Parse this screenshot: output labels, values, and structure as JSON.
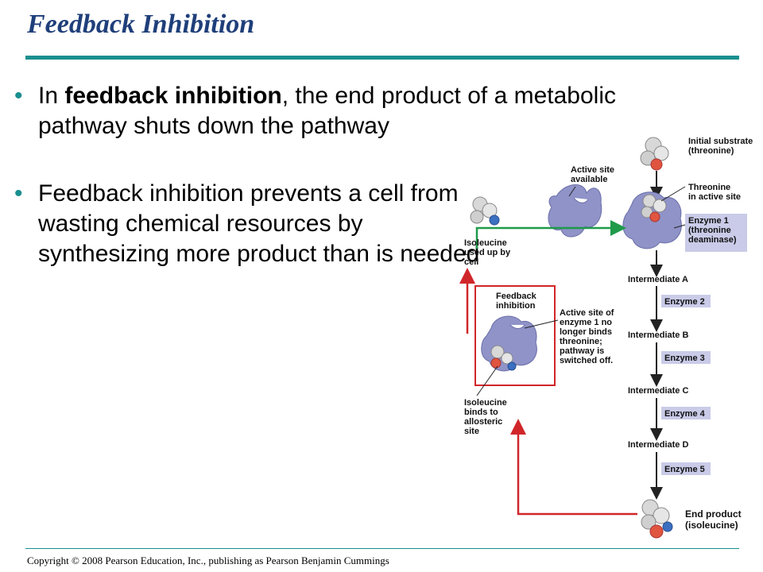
{
  "slide": {
    "title": "Feedback Inhibition",
    "bullets": [
      {
        "pre": "In ",
        "bold": "feedback inhibition",
        "post": ", the end product of a metabolic pathway shuts down the pathway"
      },
      {
        "pre": "Feedback inhibition prevents a cell from wasting chemical resources by synthesizing more product than is needed",
        "bold": "",
        "post": ""
      }
    ],
    "footer": "Copyright © 2008 Pearson Education, Inc., publishing as Pearson Benjamin Cummings"
  },
  "diagram": {
    "initial_substrate": [
      "Initial substrate",
      "(threonine)"
    ],
    "active_site_available": [
      "Active site",
      "available"
    ],
    "threonine_in_active_site": [
      "Threonine",
      "in active site"
    ],
    "enzyme1": [
      "Enzyme 1",
      "(threonine",
      "deaminase)"
    ],
    "isoleucine_used_up": [
      "Isoleucine",
      "used up by",
      "cell"
    ],
    "feedback_inhibition": [
      "Feedback",
      "inhibition"
    ],
    "inactive_note": [
      "Active site of",
      "enzyme 1 no",
      "longer binds",
      "threonine;",
      "pathway is",
      "switched off."
    ],
    "isoleucine_binds": [
      "Isoleucine",
      "binds to",
      "allosteric",
      "site"
    ],
    "intermediates": [
      "Intermediate A",
      "Intermediate B",
      "Intermediate C",
      "Intermediate D"
    ],
    "enzymes": [
      "Enzyme 2",
      "Enzyme 3",
      "Enzyme 4",
      "Enzyme 5"
    ],
    "end_product": [
      "End product",
      "(isoleucine)"
    ],
    "colors": {
      "enzyme": "#8f93c8",
      "enzyme_label_bg": "#c9cbe8",
      "green_arrow": "#1f9a4a",
      "red_arrow": "#d0262a",
      "feedback_box": "#d0262a"
    }
  }
}
